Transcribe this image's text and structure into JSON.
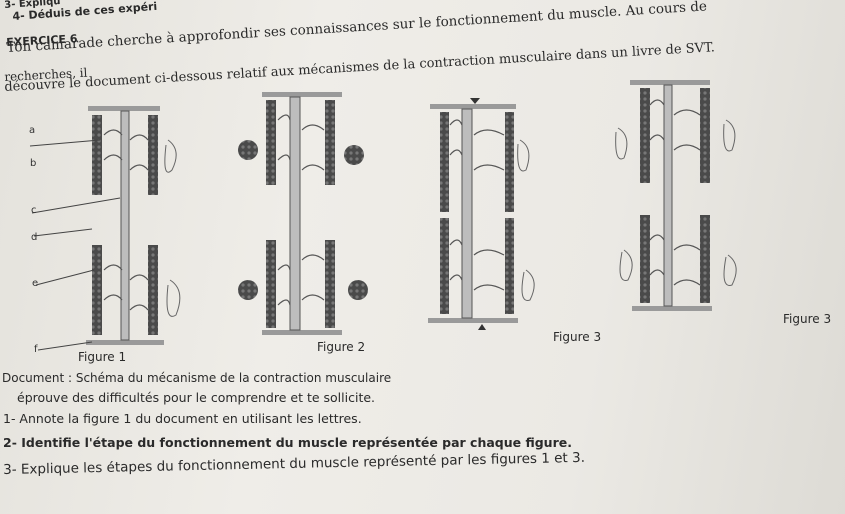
{
  "header": {
    "line1": "3- Expliqu",
    "line2": "4- Déduis de ces expéri",
    "exercise": "EXERCICE 6"
  },
  "intro": {
    "l1": "Ton camarade cherche à approfondir ses connaissances sur le fonctionnement du muscle. Au cours de",
    "l2a": "recherches, il",
    "l2b": "découvre le document ci-dessous relatif aux mécanismes de la contraction musculaire dans un livre de SVT."
  },
  "figure_letters": [
    "a",
    "b",
    "c",
    "d",
    "e",
    "f"
  ],
  "figure_labels": {
    "fig1": "Figure 1",
    "fig2": "Figure 2",
    "fig3a": "Figure 3",
    "fig3b": "Figure 3"
  },
  "caption": {
    "document": "Document : Schéma du mécanisme de la contraction musculaire",
    "difficulty": "éprouve des difficultés pour le comprendre et te sollicite."
  },
  "questions": [
    "1- Annote la figure 1 du document en utilisant les lettres.",
    "2- Identifie l'étape du fonctionnement du muscle représentée par chaque figure.",
    "3- Explique les étapes du fonctionnement du muscle représenté par les figures 1 et 3."
  ]
}
